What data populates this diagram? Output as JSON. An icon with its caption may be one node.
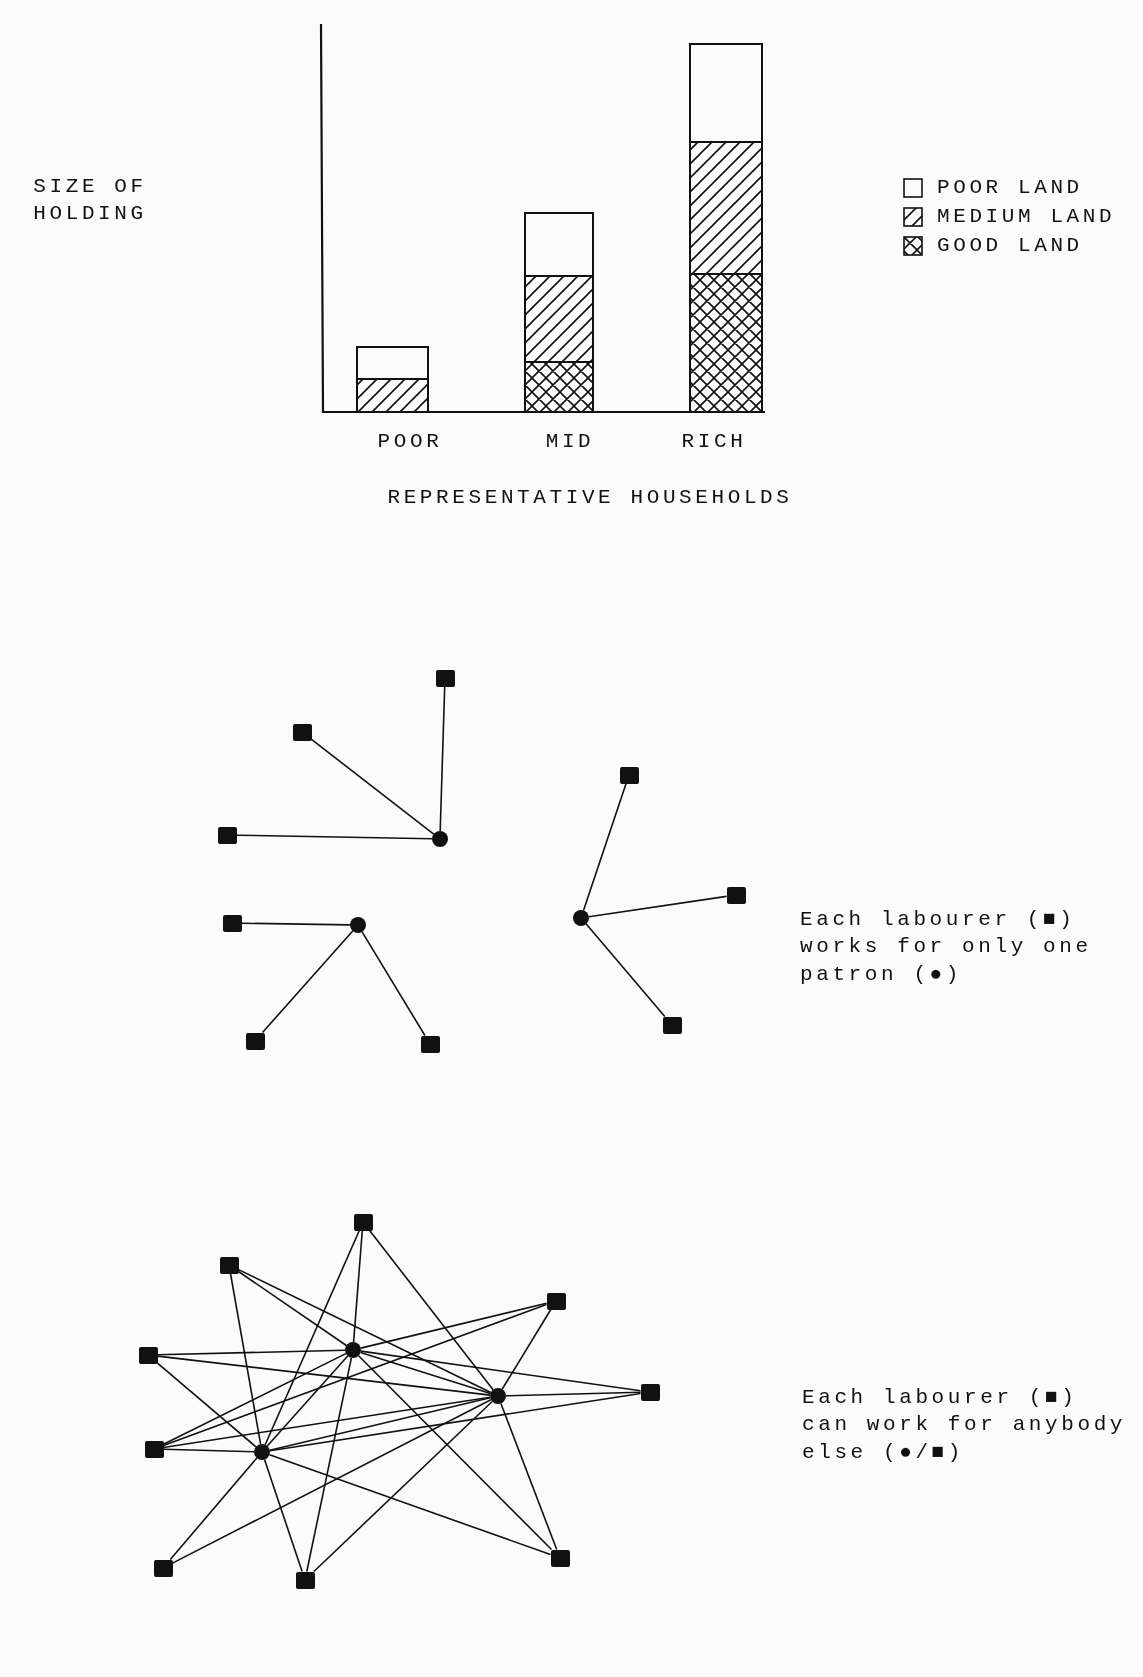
{
  "diagram": {
    "nodes": [
      {
        "text": [],
        "shape": "box"
      },
      {
        "text": [],
        "shape": "box"
      },
      {
        "text": [],
        "shape": "box"
      },
      {
        "text": [],
        "shape": "circle"
      },
      {
        "text": [],
        "shape": "box"
      },
      {
        "text": [],
        "shape": "box"
      },
      {
        "text": [],
        "shape": "circle"
      },
      {
        "text": [],
        "shape": "box"
      },
      {
        "text": [],
        "shape": "circle"
      },
      {
        "text": [],
        "shape": "box"
      },
      {
        "text": [],
        "shape": "box"
      },
      {
        "text": [],
        "shape": "box"
      },
      {
        "text": [],
        "shape": "box"
      },
      {
        "text": [],
        "shape": "box"
      },
      {
        "text": [],
        "shape": "box"
      },
      {
        "text": [],
        "shape": "circle"
      },
      {
        "text": [],
        "shape": "box"
      },
      {
        "text": [],
        "shape": "box"
      },
      {
        "text": [],
        "shape": "circle"
      },
      {
        "text": [],
        "shape": "box"
      },
      {
        "text": [],
        "shape": "circle"
      },
      {
        "text": [],
        "shape": "box"
      },
      {
        "text": [],
        "shape": "box"
      },
      {
        "text": [],
        "shape": "box"
      }
    ],
    "edges": [
      {
        "from": 3,
        "to": 0,
        "arrow": "none"
      },
      {
        "from": 3,
        "to": 1,
        "arrow": "none"
      },
      {
        "from": 3,
        "to": 4,
        "arrow": "none"
      },
      {
        "from": 8,
        "to": 7,
        "arrow": "none"
      },
      {
        "from": 8,
        "to": 10,
        "arrow": "none"
      },
      {
        "from": 8,
        "to": 11,
        "arrow": "none"
      },
      {
        "from": 6,
        "to": 2,
        "arrow": "none"
      },
      {
        "from": 6,
        "to": 5,
        "arrow": "none"
      },
      {
        "from": 6,
        "to": 9,
        "arrow": "none"
      },
      {
        "from": 15,
        "to": 12,
        "arrow": "none"
      },
      {
        "from": 15,
        "to": 13,
        "arrow": "none"
      },
      {
        "from": 15,
        "to": 14,
        "arrow": "none"
      },
      {
        "from": 15,
        "to": 16,
        "arrow": "none"
      },
      {
        "from": 15,
        "to": 17,
        "arrow": "none"
      },
      {
        "from": 15,
        "to": 19,
        "arrow": "none"
      },
      {
        "from": 15,
        "to": 21,
        "arrow": "none"
      },
      {
        "from": 15,
        "to": 23,
        "arrow": "none"
      },
      {
        "from": 18,
        "to": 12,
        "arrow": "none"
      },
      {
        "from": 18,
        "to": 13,
        "arrow": "none"
      },
      {
        "from": 18,
        "to": 14,
        "arrow": "none"
      },
      {
        "from": 18,
        "to": 16,
        "arrow": "none"
      },
      {
        "from": 18,
        "to": 17,
        "arrow": "none"
      },
      {
        "from": 18,
        "to": 19,
        "arrow": "none"
      },
      {
        "from": 18,
        "to": 21,
        "arrow": "none"
      },
      {
        "from": 18,
        "to": 22,
        "arrow": "none"
      },
      {
        "from": 18,
        "to": 23,
        "arrow": "none"
      },
      {
        "from": 20,
        "to": 12,
        "arrow": "none"
      },
      {
        "from": 20,
        "to": 13,
        "arrow": "none"
      },
      {
        "from": 20,
        "to": 16,
        "arrow": "none"
      },
      {
        "from": 20,
        "to": 17,
        "arrow": "none"
      },
      {
        "from": 20,
        "to": 19,
        "arrow": "none"
      },
      {
        "from": 20,
        "to": 21,
        "arrow": "none"
      },
      {
        "from": 20,
        "to": 22,
        "arrow": "none"
      },
      {
        "from": 20,
        "to": 23,
        "arrow": "none"
      },
      {
        "from": 15,
        "to": 18,
        "arrow": "none"
      },
      {
        "from": 15,
        "to": 20,
        "arrow": "none"
      },
      {
        "from": 18,
        "to": 20,
        "arrow": "none"
      },
      {
        "from": 14,
        "to": 19,
        "arrow": "none"
      }
    ],
    "labels": [
      "SIZE OF HOLDING",
      "POOR",
      "MID",
      "RICH",
      "REPRESENTATIVE HOUSEHOLDS",
      "Each labourer (■) works for only one patron (●)",
      "Each labourer (■) can work for anybody else (●/■)"
    ],
    "legend": [
      {
        "text": "POOR LAND"
      },
      {
        "text": "MEDIUM LAND"
      },
      {
        "text": "GOOD LAND"
      }
    ]
  }
}
